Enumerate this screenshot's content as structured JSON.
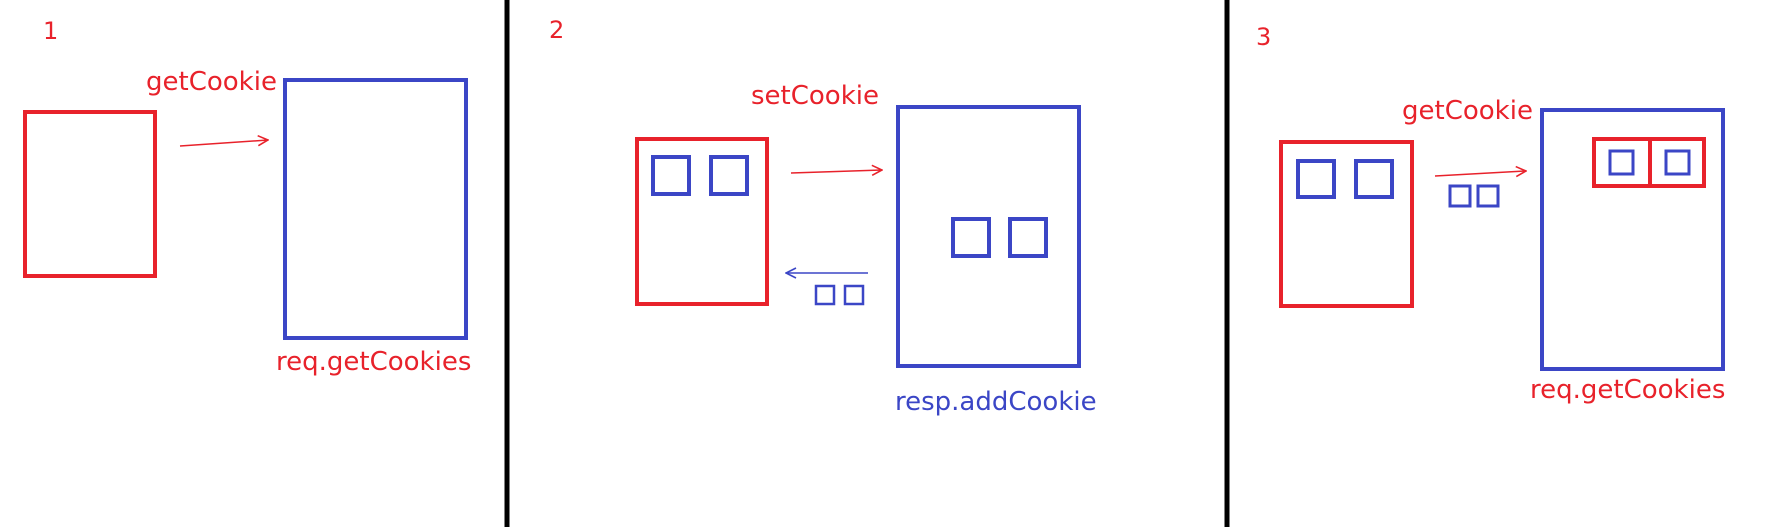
{
  "colors": {
    "red": "#e8222b",
    "blue": "#3b46c6",
    "divider": "#000000",
    "background": "#ffffff"
  },
  "panels": [
    {
      "number": "1",
      "top_label": "getCookie",
      "bottom_label": "req.getCookies",
      "bottom_label_color": "red"
    },
    {
      "number": "2",
      "top_label": "setCookie",
      "bottom_label": "resp.addCookie",
      "bottom_label_color": "blue"
    },
    {
      "number": "3",
      "top_label": "getCookie",
      "bottom_label": "req.getCookies",
      "bottom_label_color": "red"
    }
  ]
}
